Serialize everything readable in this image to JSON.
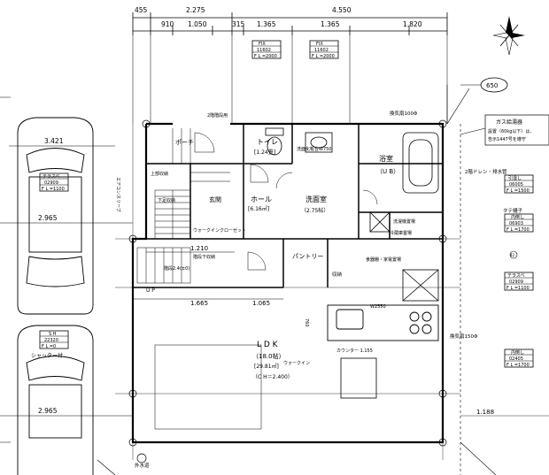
{
  "dims_top_row1": [
    "455",
    "2.275",
    "4.550"
  ],
  "dims_top_row2": [
    "910",
    "1.050",
    "315",
    "1.365",
    "1.365",
    "1.820"
  ],
  "dims_left": [
    "3.421",
    "2.965",
    "2.965"
  ],
  "dims_mid": [
    "1.210",
    "1.665",
    "1.065"
  ],
  "dim_right_bottom": "1.188",
  "windows": [
    {
      "type": "FIX",
      "code": "11602",
      "fl": "F L =2000"
    },
    {
      "type": "FIX",
      "code": "11602",
      "fl": "F L =2000"
    },
    {
      "type": "引違し",
      "code": "06005",
      "fl": "F L =1500"
    },
    {
      "type": "内倒し",
      "code": "06903",
      "fl": "F L =1700"
    },
    {
      "type": "テラスベ",
      "code": "02909",
      "fl": "F L =1100"
    },
    {
      "type": "内倒し",
      "code": "02405",
      "fl": "F L =1700"
    },
    {
      "type": "テラスベ",
      "code": "02909",
      "fl": "F L =1100"
    },
    {
      "type": "S H",
      "code": "22320",
      "fl": "F L =0"
    }
  ],
  "callouts": {
    "circle_650": "650",
    "exhaust_top": "換気扇100Φ",
    "exhaust_right": "換気扇150Φ",
    "gas_heater": "ガス給湯器",
    "gas_note1": "設置（60kg以下）は、",
    "gas_note2": "告示1447号を遵守",
    "drain": "2階ドレン・排水管",
    "tatehashi": "タテ樋子",
    "shutter": "シャッター付",
    "faucet": "外水道",
    "w2550": "W2550",
    "dim_760": "760",
    "cabinet": "食器棚・家電置場",
    "wash_machine": "洗濯機置場",
    "laundry_cab": "洗面化粧台W750",
    "stair_storage": "階段下収納",
    "stair_note": "階段2.4(±0)",
    "ceiling_storage": "2階階段用",
    "shoe_storage": "下足収納",
    "pantry_label": "ウォークイン",
    "wic": "ウォークインクローゼット",
    "counter": "カウンター 1.155",
    "wall_storage": "上部収納",
    "ac_sleeve": "エアコンスリーブ",
    "furniture_storage": "冷蔵庫置場"
  },
  "rooms": {
    "toilet": "トイレ",
    "toilet_area": "[1.24畳]",
    "porch": "ポーチ",
    "genkan": "玄関",
    "hall": "ホール",
    "hall_area": "[6.16㎡]",
    "senmen": "洗面室",
    "senmen_area": "（2.75帖）",
    "bath": "浴室",
    "bath_sub": "（U B）",
    "pantry": "パントリー",
    "ldk": "L D K",
    "ldk_area": "（18.0帖）",
    "ldk_area2": "[29.81㎡]",
    "ldk_ch": "（C H＝2.400）",
    "up": "U P",
    "storage": "収納"
  }
}
